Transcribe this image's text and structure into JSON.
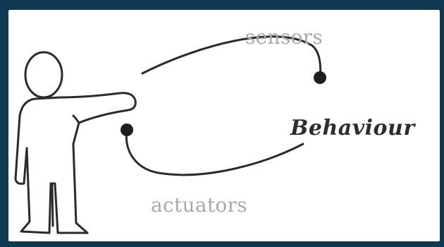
{
  "diagram": {
    "labels": {
      "sensors": "sensors",
      "actuators": "actuators",
      "behaviour": "Behaviour"
    },
    "colors": {
      "background_border": "#0f3a52",
      "panel": "#ffffff",
      "line": "#2b2b2b",
      "label_muted": "#a9a9a9",
      "label_strong": "#2d2d2d"
    },
    "icons": [
      "person-pointing-icon"
    ]
  }
}
